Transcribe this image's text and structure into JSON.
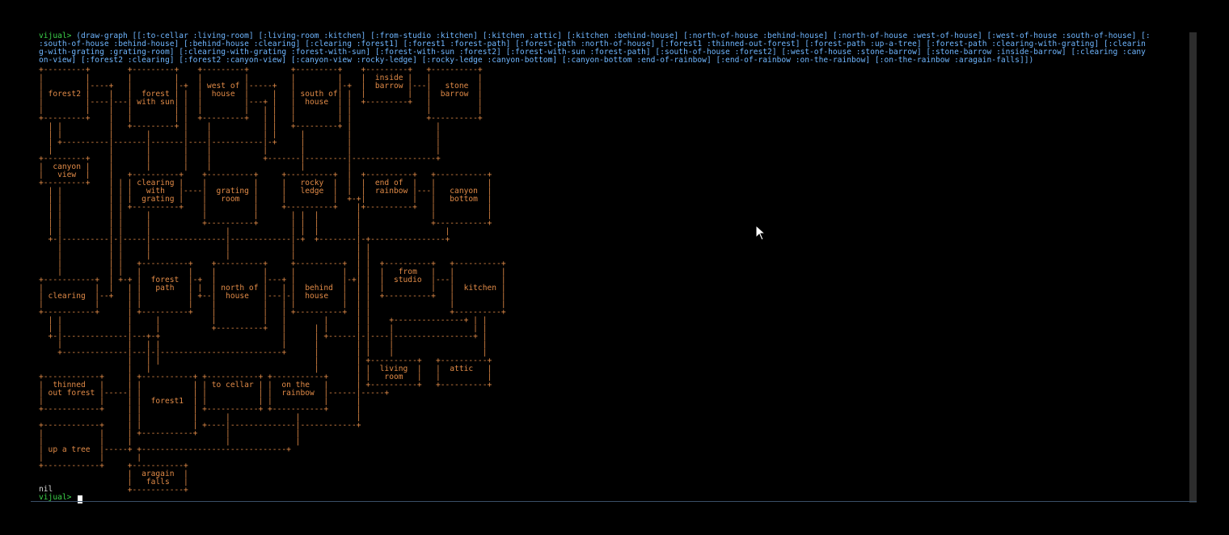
{
  "terminal": {
    "prompt": "vijual>",
    "command_lines": [
      "(draw-graph [[:to-cellar :living-room] [:living-room :kitchen] [:from-studio :kitchen] [:kitchen :attic] [:kitchen :behind-house] [:north-of-house :behind-house] [:north-of-house :west-of-house] [:west-of-house :south-of-house] [:",
      ":south-of-house :behind-house] [:behind-house :clearing] [:clearing :forest1] [:forest1 :forest-path] [:forest-path :north-of-house] [:forest1 :thinned-out-forest] [:forest-path :up-a-tree] [:forest-path :clearing-with-grating] [:clearin",
      "g-with-grating :grating-room] [:clearing-with-grating :forest-with-sun] [:forest-with-sun :forest2] [:forest-with-sun :forest-path] [:south-of-house :forest2] [:west-of-house :stone-barrow] [:stone-barrow :inside-barrow] [:clearing :cany",
      "on-view] [:forest2 :clearing] [:forest2 :canyon-view] [:canyon-view :rocky-ledge] [:rocky-ledge :canyon-bottom] [:canyon-bottom :end-of-rainbow] [:end-of-rainbow :on-the-rainbow] [:on-the-rainbow :aragain-falls]])"
    ],
    "graph_lines": [
      "+---------+        +---------+    +---------+         +---------+    +---------+   +----------+",
      "|         |        |         |    |         |         |         |    |  inside |   |          |",
      "|         |----+   |         |-+  | west of |-----+   |         |-+  |  barrow |---|   stone  |",
      "| forest2 |    |   |  forest | |  |  house  |     |   | south of| |  |         |   |  barrow  |",
      "|         |----|---| with sun| |  |         |---+ |   |  house  | |  +---------+   |          |",
      "|         |    |   |         | |  |         |   | |   |         | |                |          |",
      "+---------+    |   |         | |  +---------+   | |   |         | |                +----------+",
      "  | |          |   +---------+ |    |           | |   +---------+ |                  |",
      "  | |          |       |       |    |           | |     |         |                  |",
      "  | +----------|-------|-------|----|-----------|-+     |         |                  |",
      "  |            |       |       |    |           |       |         |                  |",
      "+---------+    |       |       |    |           +-------|---------|------------------+",
      "|  canyon |    |       |       |    |                   |         |",
      "|   view  |    |   +----------+    +----------+     +----------+  |  +----------+   +-----------+",
      "+---------+    | | | clearing |    |          |     |   rocky  |  |  |  end of  |   |           |",
      "  | |          | | |   with   |----|  grating |     |   ledge  |  |  |  rainbow |---|   canyon  |",
      "  | |          | | |  grating |    |   room   |     |          |  +-+|          |   |   bottom  |",
      "  | |          | | +----------+    |          |     +----------+    |+----------+   |           |",
      "  | |          | |     |           |          |       | |  |        |               |           |",
      "  | |          | |     |           +----------+       | |  |        |               +-----------+",
      "  | |          | |     |                |             | |  |        |                  |",
      "  +-|----------|-|-----|----------------|-------------|-+  +--------|-+----------------+",
      "    |          | |     |                |             |             | |",
      "    |          | |     |                |             |             | |",
      "    |          | |   +----------+    +----------+     +----------+  | |  +----------+   +----------+",
      "    |          | |   |          |    |          |     |          |  | |  |   from   |   |          |",
      "+-----------+  | +-+ |  forest  |-+  |          |---+ |          |-+| |  |  studio  |---|          |",
      "|           |  |   | |   path   | |  | north of |   | |  behind  |  | |  |          |   |  kitchen |",
      "| clearing  |--+   | |          | +--|  house   |---|-|  house   |  | |  +----------+   |          |",
      "|           |      | |          |    |          |   | |          |  | |                 |          |",
      "+-----------+      | +----------+    |          |   | +----------+  | |                 +----------+",
      "  | |              |     |           |          |   |        |      | |    +---------------+ | |",
      "  | |              |     |           +----------+   |      | |      | |    |                 | |",
      "  +-|--------------|---+-+                          |      | +------|-|----|-----------------+ |",
      "    |              |   | |                          |      |        | |    |                   |",
      "    +--------------|---|-|--------------------------+      |        | |    |                   |",
      "                   |   | |                                 |        | +----------+   +----------+",
      "                   |   |                                   |        | |  living  |   |  attic   |",
      "+------------+     | +-----------+ +-----------+ +-----------+      | |   room   |   |          |",
      "|  thinned   |     | |           | | to cellar | |  on the   |      | +----------+   +----------+",
      "| out forest |-----| |           | |           | |  rainbow  |------|-----+",
      "|            |     | |  forest1  | |           | |           |      |",
      "+------------+     | |           | +-----------+ +-----------+      |",
      "                   | |           |      |              |            |",
      "+------------+     | |           | +----|--------------|------------+",
      "|            |     | +-----------+      |              |",
      "|            |     |                    |              |",
      "| up a tree  |-----+ +-------------------------------+",
      "|            |       |                               ",
      "+------------+     +-----------+",
      "                   |  aragain  |",
      "                   |   falls   |",
      "                   +-----------+"
    ],
    "result": "nil",
    "final_prompt": "vijual>"
  }
}
